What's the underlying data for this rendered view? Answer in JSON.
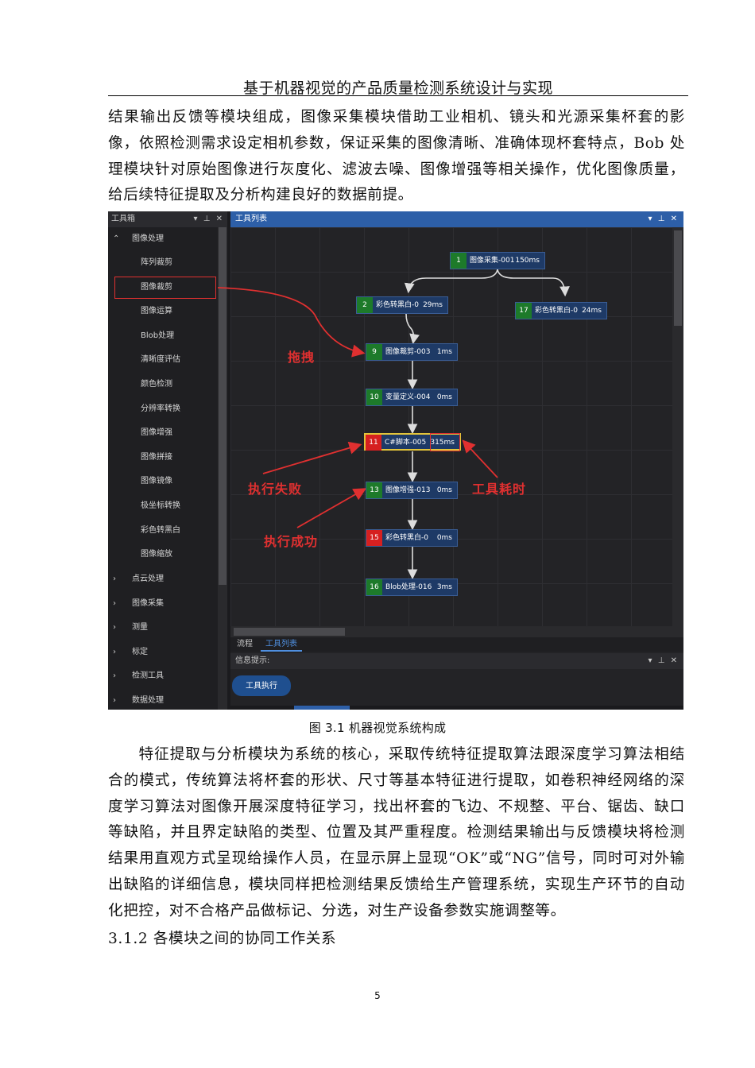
{
  "running_head": "基于机器视觉的产品质量检测系统设计与实现",
  "paragraph1": "结果输出反馈等模块组成，图像采集模块借助工业相机、镜头和光源采集杯套的影像，依照检测需求设定相机参数，保证采集的图像清晰、准确体现杯套特点，Bob 处理模块针对原始图像进行灰度化、滤波去噪、图像增强等相关操作，优化图像质量，给后续特征提取及分析构建良好的数据前提。",
  "figure": {
    "toolbox": {
      "title": "工具箱",
      "controls": "▾ ⊥ ✕",
      "group_open": "图像处理",
      "items": [
        "阵列裁剪",
        "图像裁剪",
        "图像运算",
        "Blob处理",
        "清晰度评估",
        "颜色检测",
        "分辨率转换",
        "图像增强",
        "图像拼接",
        "图像镜像",
        "极坐标转换",
        "彩色转黑白",
        "图像缩放"
      ],
      "groups_closed": [
        "点云处理",
        "图像采集",
        "测量",
        "标定",
        "检测工具",
        "数据处理"
      ]
    },
    "main_panel": {
      "title": "工具列表",
      "controls": "▾ ⊥ ✕",
      "tabs": [
        "流程",
        "工具列表"
      ],
      "info_label": "信息提示:",
      "info_controls": "▾ ⊥ ✕",
      "exec_button": "工具执行"
    },
    "nodes": [
      {
        "num": "1",
        "name": "图像采集-001",
        "time": "150ms",
        "status": "success"
      },
      {
        "num": "2",
        "name": "彩色转黑白-0",
        "time": "29ms",
        "status": "success"
      },
      {
        "num": "17",
        "name": "彩色转黑白-0",
        "time": "24ms",
        "status": "success"
      },
      {
        "num": "9",
        "name": "图像裁剪-003",
        "time": "1ms",
        "status": "success"
      },
      {
        "num": "10",
        "name": "变量定义-004",
        "time": "0ms",
        "status": "success"
      },
      {
        "num": "11",
        "name": "C#脚本-005",
        "time": "315ms",
        "status": "fail"
      },
      {
        "num": "13",
        "name": "图像增强-013",
        "time": "0ms",
        "status": "success"
      },
      {
        "num": "15",
        "name": "彩色转黑白-0",
        "time": "0ms",
        "status": "fail"
      },
      {
        "num": "16",
        "name": "Blob处理-016",
        "time": "3ms",
        "status": "success"
      }
    ],
    "annotations": {
      "drag": "拖拽",
      "fail": "执行失败",
      "time": "工具耗时",
      "success": "执行成功"
    },
    "colors": {
      "annotation": "#e03030",
      "success": "#1d7a2a",
      "fail": "#d62020",
      "node": "#1e3a66",
      "title_bar": "#2d5fa8"
    }
  },
  "caption": "图 3.1 机器视觉系统构成",
  "paragraph2": "特征提取与分析模块为系统的核心，采取传统特征提取算法跟深度学习算法相结合的模式，传统算法将杯套的形状、尺寸等基本特征进行提取，如卷积神经网络的深度学习算法对图像开展深度特征学习，找出杯套的飞边、不规整、平台、锯齿、缺口等缺陷，并且界定缺陷的类型、位置及其严重程度。检测结果输出与反馈模块将检测结果用直观方式呈现给操作人员，在显示屏上显现“OK”或“NG”信号，同时可对外输出缺陷的详细信息，模块同样把检测结果反馈给生产管理系统，实现生产环节的自动化把控，对不合格产品做标记、分选，对生产设备参数实施调整等。",
  "section_heading": "3.1.2 各模块之间的协同工作关系",
  "page_number": "5"
}
